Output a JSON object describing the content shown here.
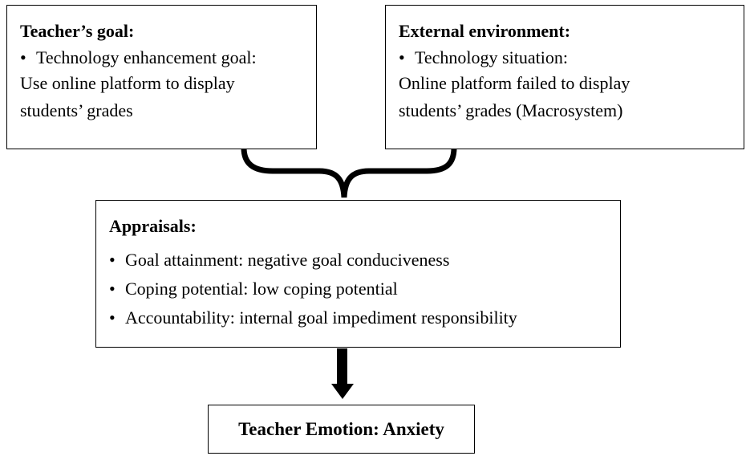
{
  "goal_box": {
    "heading": "Teacher’s goal:",
    "bullet": "Technology enhancement goal:",
    "text_line1": "Use online platform to display",
    "text_line2": "students’ grades"
  },
  "environment_box": {
    "heading": "External environment:",
    "bullet": "Technology situation:",
    "text_line1": "Online platform failed to display",
    "text_line2": "students’ grades (Macrosystem)"
  },
  "appraisals_box": {
    "heading": "Appraisals:",
    "items": [
      "Goal attainment: negative goal conduciveness",
      "Coping potential: low coping potential",
      "Accountability: internal goal impediment responsibility"
    ]
  },
  "emotion_box": {
    "label": "Teacher Emotion: Anxiety"
  },
  "bullet_symbol": "•",
  "colors": {
    "stroke": "#000000",
    "background": "#ffffff"
  }
}
